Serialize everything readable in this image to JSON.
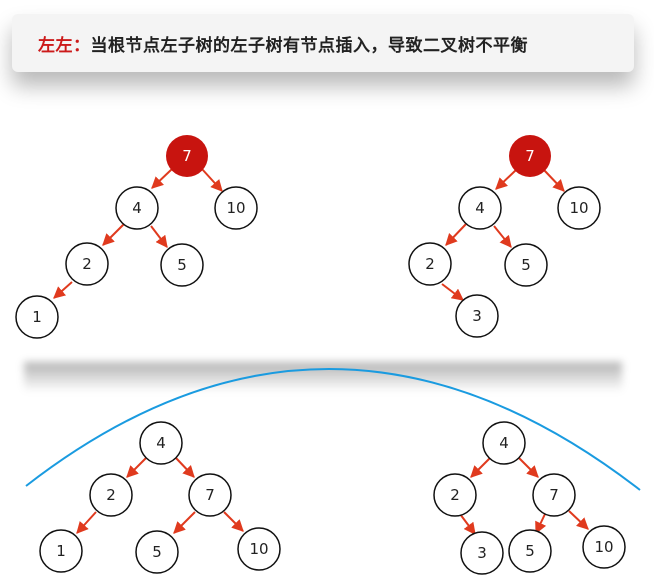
{
  "title": {
    "highlight": "左左：",
    "text": "当根节点左子树的左子树有节点插入，导致二叉树不平衡"
  },
  "colors": {
    "edge": "#e03a1e",
    "root_fill": "#c8140f",
    "node_stroke": "#111111",
    "arc": "#1a9be0"
  },
  "diagrams": {
    "top_left": {
      "nodes": {
        "n7": "7",
        "n4": "4",
        "n10": "10",
        "n2": "2",
        "n5": "5",
        "n1": "1"
      }
    },
    "top_right": {
      "nodes": {
        "n7": "7",
        "n4": "4",
        "n10": "10",
        "n2": "2",
        "n5": "5",
        "n3": "3"
      }
    },
    "bottom_left": {
      "nodes": {
        "n4": "4",
        "n2": "2",
        "n7": "7",
        "n1": "1",
        "n5": "5",
        "n10": "10"
      }
    },
    "bottom_right": {
      "nodes": {
        "n4": "4",
        "n2": "2",
        "n7": "7",
        "n3": "3",
        "n5": "5",
        "n10": "10"
      }
    }
  }
}
